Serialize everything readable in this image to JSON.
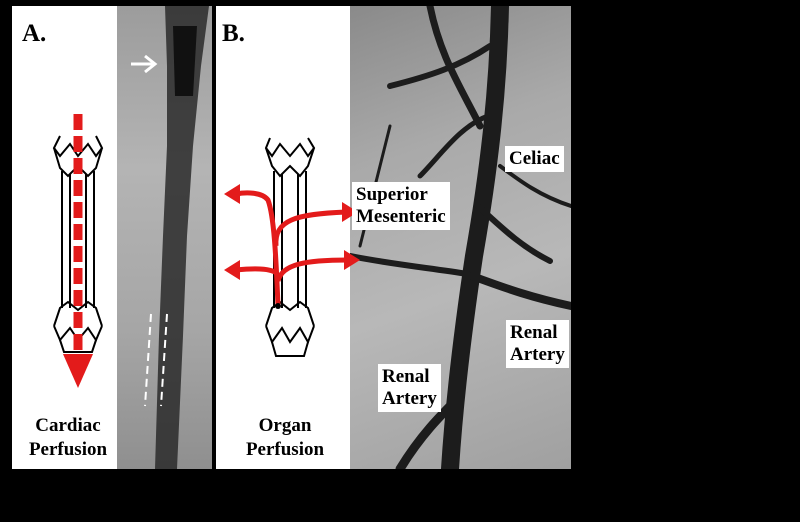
{
  "panel_a": {
    "letter": "A.",
    "caption_line1": "Cardiac",
    "caption_line2": "Perfusion"
  },
  "panel_b": {
    "letter": "B.",
    "caption_line1": "Organ",
    "caption_line2": "Perfusion",
    "labels": {
      "celiac": "Celiac",
      "superior_mesenteric_line1": "Superior",
      "superior_mesenteric_line2": "Mesenteric",
      "renal_right_line1": "Renal",
      "renal_right_line2": "Artery",
      "renal_left_line1": "Renal",
      "renal_left_line2": "Artery"
    }
  },
  "colors": {
    "arrow": "#e31b1b",
    "background": "#000000",
    "panel": "#ffffff"
  }
}
